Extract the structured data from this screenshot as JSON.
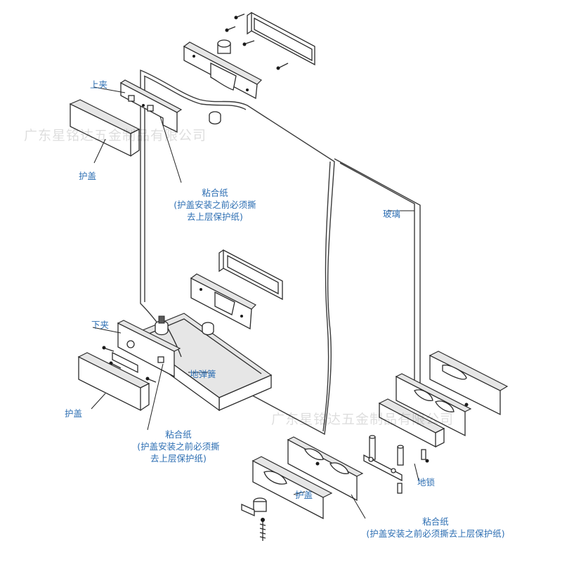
{
  "watermark": {
    "top": "广东星铭达五金制品有限公司",
    "bottom": "广东星铭达五金制品有限公司"
  },
  "labels": {
    "top_clamp": "上夹",
    "top_cover": "护盖",
    "top_adhesive_title": "粘合纸",
    "top_adhesive_note_1": "(护盖安装之前必须撕",
    "top_adhesive_note_2": "去上层保护纸)",
    "glass": "玻璃",
    "bottom_clamp": "下夹",
    "floor_spring": "地弹簧",
    "bottom_cover": "护盖",
    "bottom_adhesive_title": "粘合纸",
    "bottom_adhesive_note_1": "(护盖安装之前必须撕",
    "bottom_adhesive_note_2": "去上层保护纸)",
    "floor_lock": "地锁",
    "lock_cover": "护盖",
    "lock_adhesive_title": "粘合纸",
    "lock_adhesive_note": "(护盖安装之前必须撕去上层保护纸)"
  },
  "colors": {
    "label": "#2e6fb3",
    "line": "#2b2b2b",
    "watermark": "#000000"
  }
}
